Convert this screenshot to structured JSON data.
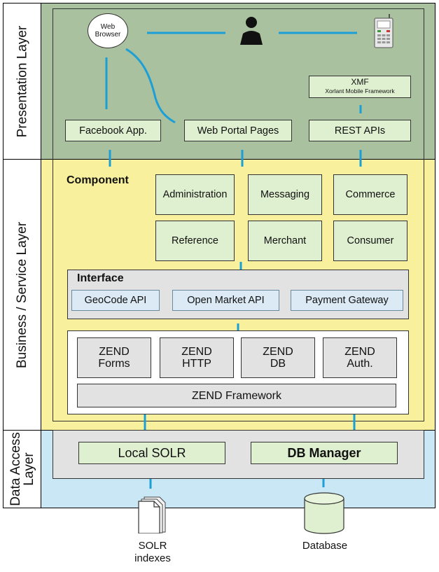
{
  "layers": {
    "presentation": "Presentation Layer",
    "business": "Business / Service Layer",
    "data_access_line1": "Data Access",
    "data_access_line2": "Layer"
  },
  "presentation": {
    "web_browser_line1": "Web",
    "web_browser_line2": "Browser",
    "xmf_title": "XMF",
    "xmf_subtitle": "Xorlant Mobile Framework",
    "facebook_app": "Facebook App.",
    "web_portal": "Web Portal Pages",
    "rest_apis": "REST APIs"
  },
  "component": {
    "title": "Component",
    "items": [
      "Administration",
      "Messaging",
      "Commerce",
      "Reference",
      "Merchant",
      "Consumer"
    ]
  },
  "interface": {
    "title": "Interface",
    "items": [
      "GeoCode API",
      "Open Market API",
      "Payment Gateway"
    ]
  },
  "zend": {
    "modules": [
      {
        "line1": "ZEND",
        "line2": "Forms"
      },
      {
        "line1": "ZEND",
        "line2": "HTTP"
      },
      {
        "line1": "ZEND",
        "line2": "DB"
      },
      {
        "line1": "ZEND",
        "line2": "Auth."
      }
    ],
    "framework": "ZEND Framework"
  },
  "data_access": {
    "local_solr": "Local SOLR",
    "db_manager": "DB Manager"
  },
  "stores": {
    "solr_line1": "SOLR",
    "solr_line2": "indexes",
    "database": "Database"
  },
  "colors": {
    "presentation_band": "#a9c19e",
    "business_band": "#f8f09c",
    "data_band": "#c9e7f4",
    "connector": "#1c9fd6",
    "green_box": "#dff0d0",
    "gray_box": "#e2e2e2",
    "blue_box": "#dbeaf4"
  }
}
